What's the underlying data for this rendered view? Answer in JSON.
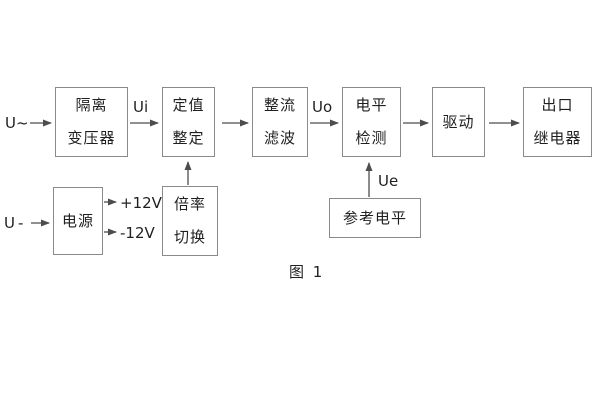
{
  "figure": {
    "caption": "图 1",
    "colors": {
      "background": "#ffffff",
      "box_border": "#8a8a8a",
      "wire": "#4d4d4d",
      "text": "#1f1f1f"
    },
    "blocks": {
      "isolation_transformer": {
        "lines": [
          "隔离",
          "变压器"
        ]
      },
      "setting_adjust": {
        "lines": [
          "定值",
          "整定"
        ]
      },
      "rectifier_filter": {
        "lines": [
          "整流",
          "滤波"
        ]
      },
      "level_detect": {
        "lines": [
          "电平",
          "检测"
        ]
      },
      "drive": {
        "lines": [
          "驱动"
        ]
      },
      "output_relay": {
        "lines": [
          "出口",
          "继电器"
        ]
      },
      "power_supply": {
        "lines": [
          "电源"
        ]
      },
      "ratio_switch": {
        "lines": [
          "倍率",
          "切换"
        ]
      },
      "reference_level": {
        "lines": [
          "参考电平"
        ]
      }
    },
    "labels": {
      "input_ac": "U~",
      "input_dc": "U-",
      "ui": "Ui",
      "uo": "Uo",
      "ue": "Ue",
      "rail_pos": "+12V",
      "rail_neg": "-12V"
    }
  }
}
